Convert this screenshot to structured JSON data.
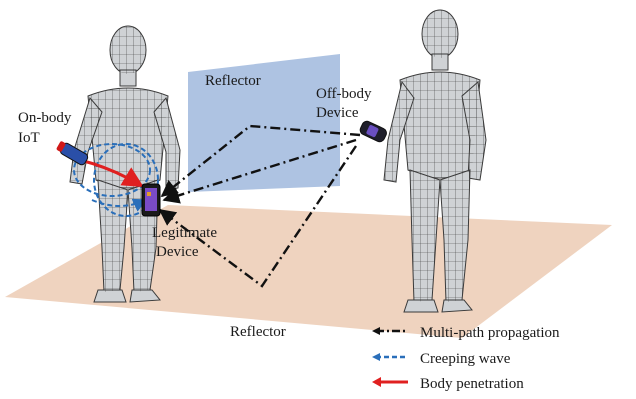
{
  "labels": {
    "reflector_top": "Reflector",
    "reflector_floor": "Reflector",
    "onbody_line1": "On-body",
    "onbody_line2": "IoT",
    "offbody_line1": "Off-body",
    "offbody_line2": "Device",
    "legit_line1": "Legitimate",
    "legit_line2": "Device"
  },
  "legend": {
    "items": [
      {
        "label": "Multi-path propagation",
        "style": "dash-dot",
        "color": "#111111"
      },
      {
        "label": "Creeping wave",
        "style": "dashed",
        "color": "#2a6fba"
      },
      {
        "label": "Body penetration",
        "style": "solid",
        "color": "#e02020"
      }
    ]
  },
  "colors": {
    "floor": "#efd3bf",
    "reflector_wall": "#aec3e2",
    "body_fill": "#cfd2d5",
    "mesh": "#3a3a3a",
    "multipath": "#111111",
    "creeping": "#2a6fba",
    "penetration": "#e02020"
  },
  "icons": {
    "onbody_device": "wristband-icon",
    "offbody_device": "smartwatch-icon",
    "legit_device": "smartphone-icon"
  }
}
